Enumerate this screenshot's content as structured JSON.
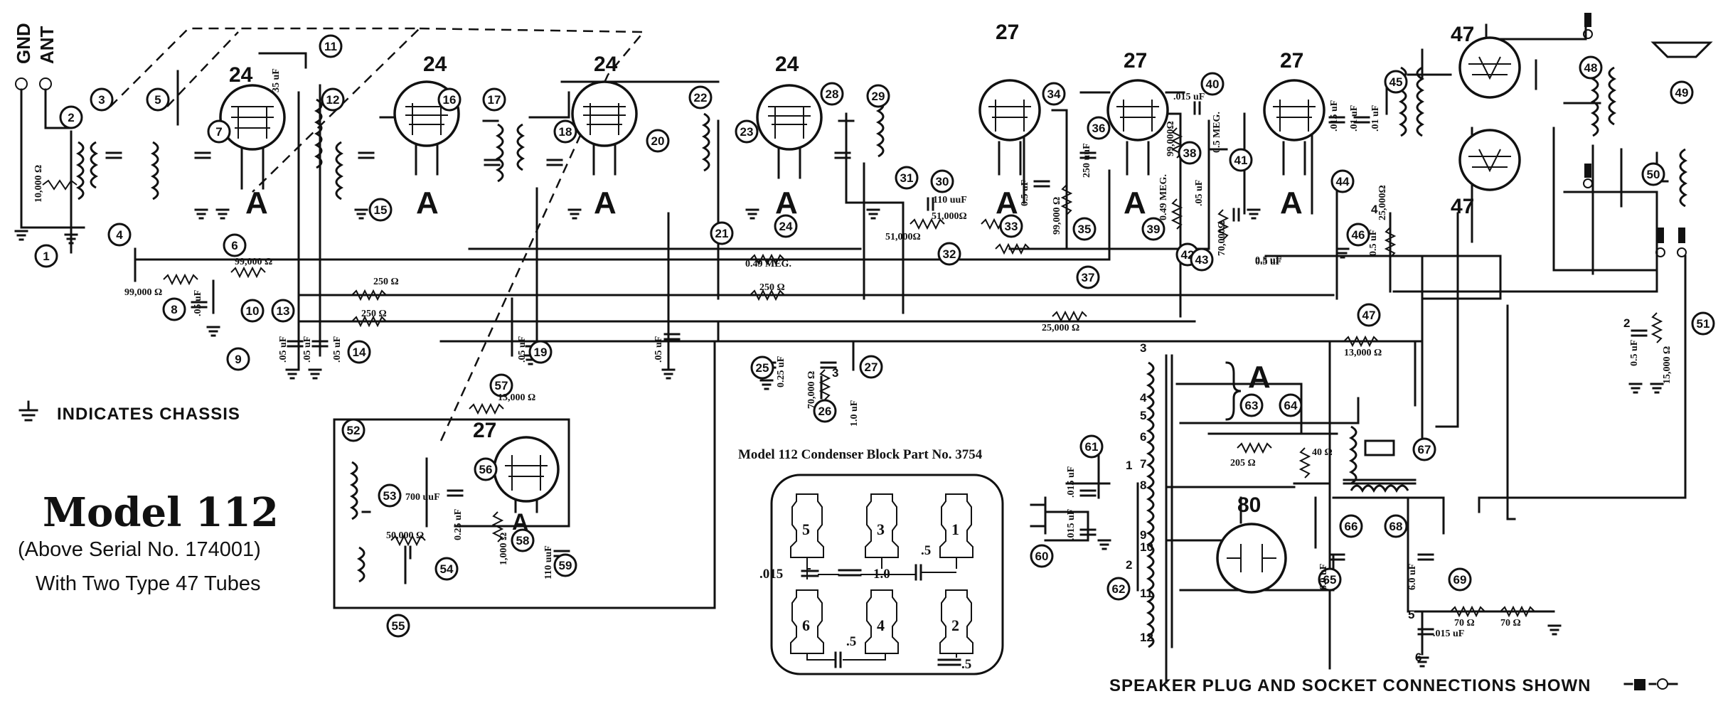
{
  "antenna": {
    "gnd": "GND",
    "ant": "ANT"
  },
  "tubes": [
    {
      "id": "t1",
      "type": "24",
      "label": "A"
    },
    {
      "id": "t2",
      "type": "24",
      "label": "A"
    },
    {
      "id": "t3",
      "type": "24",
      "label": "A"
    },
    {
      "id": "t4",
      "type": "24",
      "label": "A"
    },
    {
      "id": "t5",
      "type": "27",
      "label": "A"
    },
    {
      "id": "t6",
      "type": "27",
      "label": "A"
    },
    {
      "id": "t7",
      "type": "27",
      "label": "A"
    },
    {
      "id": "t8",
      "type": "47"
    },
    {
      "id": "t9",
      "type": "47"
    },
    {
      "id": "t10",
      "type": "27",
      "label": "A"
    },
    {
      "id": "t11",
      "type": "80"
    }
  ],
  "callouts": [
    "1",
    "2",
    "3",
    "4",
    "5",
    "6",
    "7",
    "8",
    "9",
    "10",
    "11",
    "12",
    "13",
    "14",
    "15",
    "16",
    "17",
    "18",
    "19",
    "20",
    "21",
    "22",
    "23",
    "24",
    "25",
    "26",
    "27",
    "28",
    "29",
    "30",
    "31",
    "32",
    "33",
    "34",
    "35",
    "36",
    "37",
    "38",
    "39",
    "40",
    "41",
    "42",
    "43",
    "44",
    "45",
    "46",
    "47",
    "48",
    "49",
    "50",
    "51",
    "52",
    "53",
    "54",
    "55",
    "56",
    "57",
    "58",
    "59",
    "60",
    "61",
    "62",
    "63",
    "64",
    "65",
    "66",
    "67",
    "68",
    "69"
  ],
  "values": {
    "r10000": "10,000 Ω",
    "r99000a": "99,000 Ω",
    "r99000b": "99,000 Ω",
    "c05a": ".05 uF",
    "c05b": ".05 uF",
    "c05c": ".05 uF",
    "c05d": ".05 uF",
    "c05e": ".05 uF",
    "c05f": ".05 uF",
    "c35": "35 uF",
    "r250a": "250 Ω",
    "r250b": "250 Ω",
    "r250c": "250 Ω",
    "r049": "0.49 MEG.",
    "r51000a": "51,000Ω",
    "r51000b": "51,000Ω",
    "c110a": "110 uuF",
    "c025a": "0.25 uF",
    "r70000a": "70,000 Ω",
    "c10": "1.0 uF",
    "r25000a": "25,000 Ω",
    "r13000a": "13,000 Ω",
    "r13000b": "13,000 Ω",
    "c250uuf": "250 uuF",
    "r99000c": "99,000 Ω",
    "r99000d": "99,000Ω",
    "r049b": "0.49 MEG.",
    "c05uf1": ".05 uF",
    "c05uf2": "0.5 uF",
    "c015": ".015 uF",
    "r05meg": "0.5 MEG.",
    "c015b": ".015 uF",
    "c01": ".01 uF",
    "c01b": ".01 uF",
    "r70000b": "70,000Ω",
    "c05uf3": "0.5 uF",
    "r25000b": "25,000Ω",
    "c05uf4": "0.5 uF",
    "c05uf5": "0.5 uF",
    "r15000": "15,000 Ω",
    "c700": "700 uuF",
    "c025b": "0.25 uF",
    "r50000": "50,000 Ω",
    "r1000": "1,000 Ω",
    "c110b": "110 uuF",
    "r205": "205 Ω",
    "r40": "40 Ω",
    "c6a": "6.0 uF",
    "c6b": "6.0 uF",
    "r70a": "70 Ω",
    "r70b": "70 Ω",
    "c015c": ".015 uF",
    "c015d": ".015 uF",
    "c015e": ".015 uF",
    "c05uf6": "0.5 uF"
  },
  "block_terms": {
    "b2": "2",
    "b3": "3",
    "b4": "4",
    "b5": "5",
    "b6": "6"
  },
  "transformer_pins": [
    "3",
    "4",
    "5",
    "6",
    "7",
    "8",
    "9",
    "10",
    "11",
    "12",
    "1",
    "2"
  ],
  "legend": {
    "chassis": "INDICATES CHASSIS"
  },
  "title": {
    "model": "Model 112",
    "serial": "(Above Serial No. 174001)",
    "tubes": "With Two Type 47 Tubes"
  },
  "condenser_block": {
    "title": "Model 112 Condenser Block Part No. 3754",
    "sections": [
      "5",
      "3",
      "1",
      "6",
      "4",
      "2"
    ],
    "caps": [
      ".015",
      "1.0",
      ".5",
      ".5",
      ".5"
    ]
  },
  "speaker_note": "SPEAKER PLUG AND SOCKET CONNECTIONS SHOWN"
}
